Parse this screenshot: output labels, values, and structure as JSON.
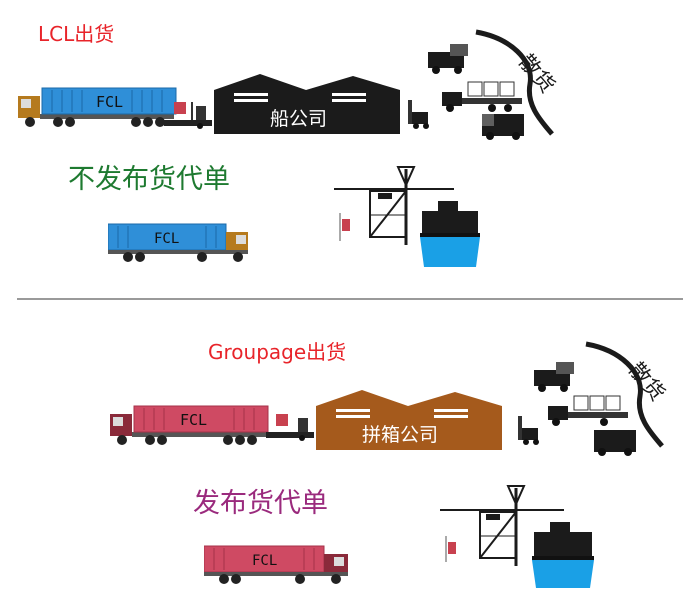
{
  "lcl_section": {
    "title": "LCL出货",
    "carrier_label": "船公司",
    "loose_cargo_label": "散货",
    "container_label": "FCL",
    "hbl_note": "不发布货代单"
  },
  "groupage_section": {
    "title": "Groupage出货",
    "carrier_label": "拼箱公司",
    "loose_cargo_label": "散货",
    "container_label": "FCL",
    "hbl_note": "发布货代单"
  },
  "colors": {
    "lcl_red": "#e8242a",
    "no_hbl_green": "#1e7a30",
    "hbl_purple": "#9a2a7d",
    "container_blue": "#2f8fd8",
    "container_red": "#cf4a63",
    "warehouse_black": "#1b1b1b",
    "warehouse_brown": "#a55a1c",
    "ship_blue": "#1aa0e6"
  },
  "icons": [
    "truck-icon",
    "warehouse-icon",
    "forklift-icon",
    "van-icon",
    "flatbed-truck-icon",
    "box-truck-icon",
    "crane-icon",
    "container-ship-icon"
  ]
}
